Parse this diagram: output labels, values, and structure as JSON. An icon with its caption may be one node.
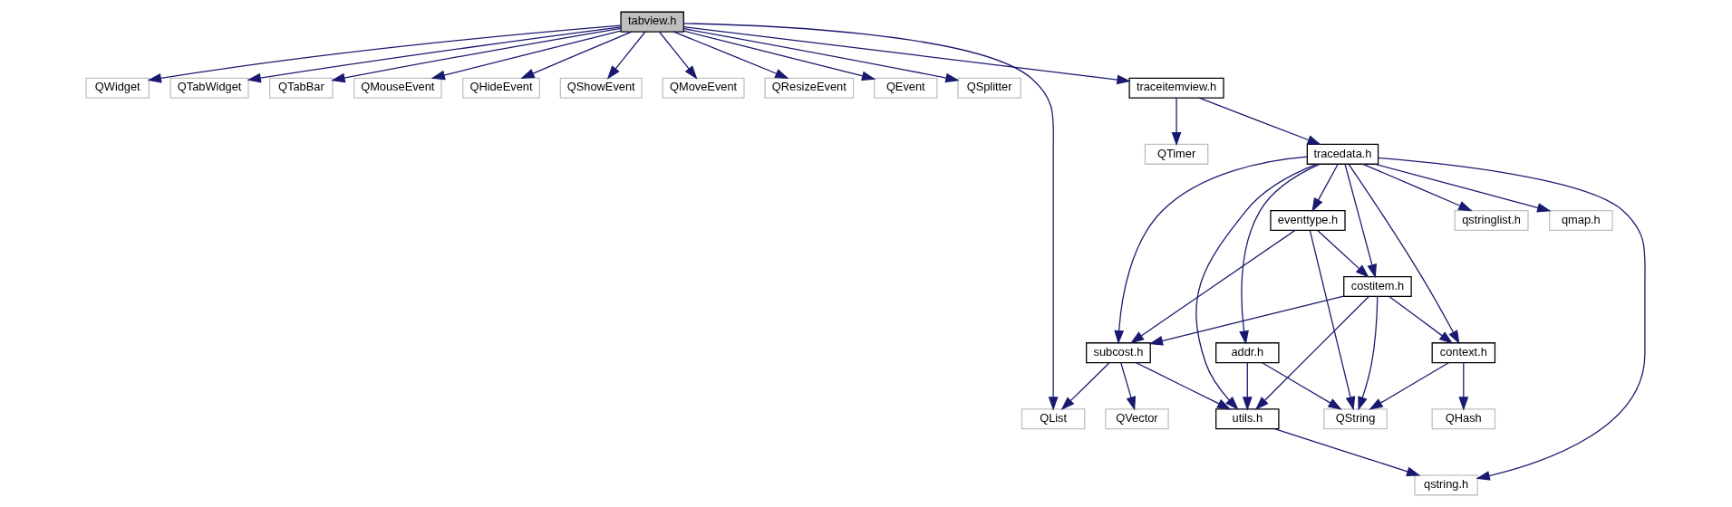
{
  "diagram": {
    "nodes": [
      {
        "text": [
          "tabview.h"
        ]
      },
      {
        "text": [
          "QWidget"
        ]
      },
      {
        "text": [
          "QTabWidget"
        ]
      },
      {
        "text": [
          "QTabBar"
        ]
      },
      {
        "text": [
          "QMouseEvent"
        ]
      },
      {
        "text": [
          "QHideEvent"
        ]
      },
      {
        "text": [
          "QShowEvent"
        ]
      },
      {
        "text": [
          "QMoveEvent"
        ]
      },
      {
        "text": [
          "QResizeEvent"
        ]
      },
      {
        "text": [
          "QEvent"
        ]
      },
      {
        "text": [
          "QSplitter"
        ]
      },
      {
        "text": [
          "traceitemview.h"
        ]
      },
      {
        "text": [
          "tracedata.h"
        ]
      },
      {
        "text": [
          "QTimer"
        ]
      },
      {
        "text": [
          "qstringlist.h"
        ]
      },
      {
        "text": [
          "qmap.h"
        ]
      },
      {
        "text": [
          "eventtype.h"
        ]
      },
      {
        "text": [
          "costitem.h"
        ]
      },
      {
        "text": [
          "subcost.h"
        ]
      },
      {
        "text": [
          "addr.h"
        ]
      },
      {
        "text": [
          "context.h"
        ]
      },
      {
        "text": [
          "QList"
        ]
      },
      {
        "text": [
          "QVector"
        ]
      },
      {
        "text": [
          "utils.h"
        ]
      },
      {
        "text": [
          "QString"
        ]
      },
      {
        "text": [
          "QHash"
        ]
      },
      {
        "text": [
          "qstring.h"
        ]
      }
    ],
    "edges": [
      {
        "from": 0,
        "to": 1,
        "arrow": "to"
      },
      {
        "from": 0,
        "to": 2,
        "arrow": "to"
      },
      {
        "from": 0,
        "to": 3,
        "arrow": "to"
      },
      {
        "from": 0,
        "to": 4,
        "arrow": "to"
      },
      {
        "from": 0,
        "to": 5,
        "arrow": "to"
      },
      {
        "from": 0,
        "to": 6,
        "arrow": "to"
      },
      {
        "from": 0,
        "to": 7,
        "arrow": "to"
      },
      {
        "from": 0,
        "to": 8,
        "arrow": "to"
      },
      {
        "from": 0,
        "to": 9,
        "arrow": "to"
      },
      {
        "from": 0,
        "to": 10,
        "arrow": "to"
      },
      {
        "from": 0,
        "to": 21,
        "arrow": "to"
      },
      {
        "from": 0,
        "to": 11,
        "arrow": "to"
      },
      {
        "from": 11,
        "to": 12,
        "arrow": "to"
      },
      {
        "from": 11,
        "to": 13,
        "arrow": "to"
      },
      {
        "from": 12,
        "to": 18,
        "arrow": "to"
      },
      {
        "from": 12,
        "to": 23,
        "arrow": "to"
      },
      {
        "from": 12,
        "to": 16,
        "arrow": "to"
      },
      {
        "from": 12,
        "to": 17,
        "arrow": "to"
      },
      {
        "from": 12,
        "to": 19,
        "arrow": "to"
      },
      {
        "from": 12,
        "to": 20,
        "arrow": "to"
      },
      {
        "from": 12,
        "to": 26,
        "arrow": "to"
      },
      {
        "from": 12,
        "to": 14,
        "arrow": "to"
      },
      {
        "from": 12,
        "to": 15,
        "arrow": "to"
      },
      {
        "from": 16,
        "to": 18,
        "arrow": "to"
      },
      {
        "from": 16,
        "to": 17,
        "arrow": "to"
      },
      {
        "from": 16,
        "to": 24,
        "arrow": "to"
      },
      {
        "from": 17,
        "to": 18,
        "arrow": "to"
      },
      {
        "from": 17,
        "to": 23,
        "arrow": "to"
      },
      {
        "from": 17,
        "to": 24,
        "arrow": "to"
      },
      {
        "from": 17,
        "to": 20,
        "arrow": "to"
      },
      {
        "from": 18,
        "to": 21,
        "arrow": "to"
      },
      {
        "from": 18,
        "to": 22,
        "arrow": "to"
      },
      {
        "from": 18,
        "to": 23,
        "arrow": "to"
      },
      {
        "from": 19,
        "to": 23,
        "arrow": "to"
      },
      {
        "from": 19,
        "to": 24,
        "arrow": "to"
      },
      {
        "from": 20,
        "to": 24,
        "arrow": "to"
      },
      {
        "from": 20,
        "to": 25,
        "arrow": "to"
      },
      {
        "from": 23,
        "to": 26,
        "arrow": "to"
      }
    ]
  }
}
